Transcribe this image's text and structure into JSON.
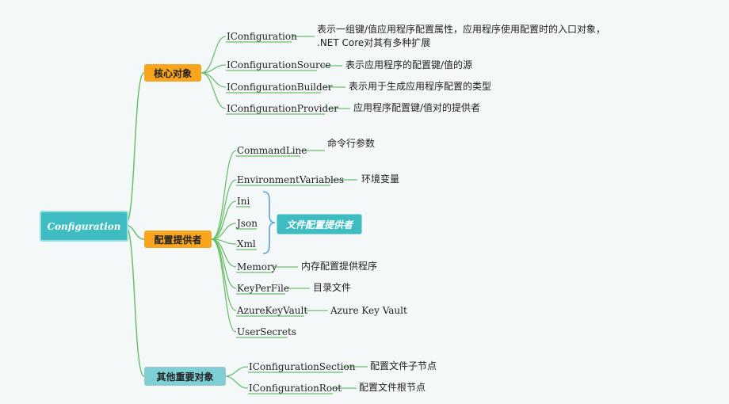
{
  "root": {
    "label": "Configuration"
  },
  "branches": [
    {
      "label": "核心对象",
      "color": "#f9a51d",
      "items": [
        {
          "label": "IConfiguration",
          "desc": "表示一组键/值应用程序配置属性，应用程序使用配置时的入口对象， .NET Core对其有多种扩展"
        },
        {
          "label": "IConfigurationSource",
          "desc": "表示应用程序的配置键/值的源"
        },
        {
          "label": "IConfigurationBuilder",
          "desc": "表示用于生成应用程序配置的类型"
        },
        {
          "label": "IConfigurationProvider",
          "desc": "应用程序配置键/值对的提供者"
        }
      ]
    },
    {
      "label": "配置提供者",
      "color": "#f9a51d",
      "items": [
        {
          "label": "CommandLine",
          "desc": "命令行参数"
        },
        {
          "label": "EnvironmentVariables",
          "desc": "环境变量"
        },
        {
          "label": "Ini"
        },
        {
          "label": "Json"
        },
        {
          "label": "Xml"
        },
        {
          "label": "Memory",
          "desc": "内存配置提供程序"
        },
        {
          "label": "KeyPerFile",
          "desc": "目录文件"
        },
        {
          "label": "AzureKeyVault",
          "desc": "Azure Key Vault"
        },
        {
          "label": "UserSecrets"
        }
      ],
      "summary": "文件配置提供者"
    },
    {
      "label": "其他重要对象",
      "color": "#7fd0d6",
      "items": [
        {
          "label": "IConfigurationSection",
          "desc": "配置文件子节点"
        },
        {
          "label": "IConfigurationRoot",
          "desc": "配置文件根节点"
        }
      ]
    }
  ],
  "line_color": "#6cbf6a"
}
